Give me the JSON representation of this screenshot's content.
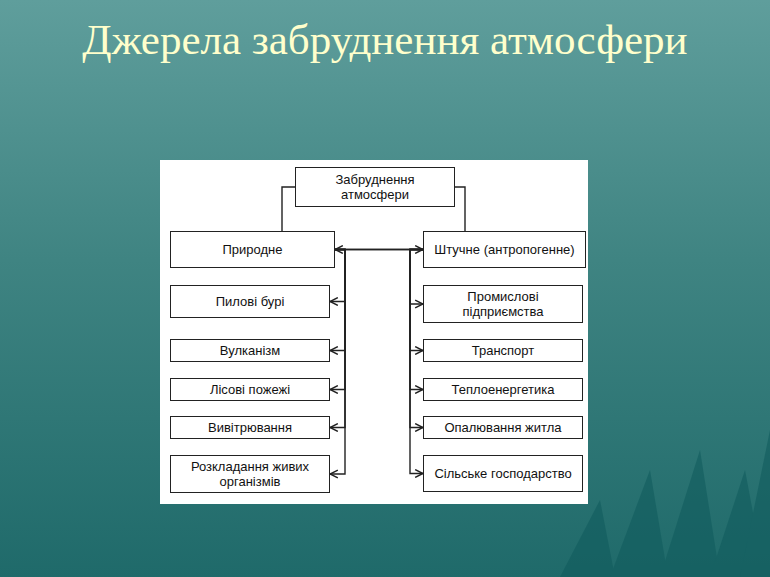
{
  "diagram": {
    "title": "Джерела забруднення атмосфери",
    "nodes": [
      {
        "text": [
          "Забруднення атмосфери"
        ]
      },
      {
        "text": [
          "Природне"
        ]
      },
      {
        "text": [
          "Штучне (антропогенне)"
        ]
      },
      {
        "text": [
          "Пилові бурі"
        ]
      },
      {
        "text": [
          "Вулканізм"
        ]
      },
      {
        "text": [
          "Лісові пожежі"
        ]
      },
      {
        "text": [
          "Вивітрювання"
        ]
      },
      {
        "text": [
          "Розкладання живих організмів"
        ]
      },
      {
        "text": [
          "Промислові підприємства"
        ]
      },
      {
        "text": [
          "Транспорт"
        ]
      },
      {
        "text": [
          "Теплоенергетика"
        ]
      },
      {
        "text": [
          "Опалювання житла"
        ]
      },
      {
        "text": [
          "Сільське господарство"
        ]
      }
    ],
    "edges": [
      {
        "from": 0,
        "to": 1,
        "arrow": "to"
      },
      {
        "from": 0,
        "to": 2,
        "arrow": "to"
      },
      {
        "from": 1,
        "to": 3,
        "arrow": "to"
      },
      {
        "from": 1,
        "to": 4,
        "arrow": "to"
      },
      {
        "from": 1,
        "to": 5,
        "arrow": "to"
      },
      {
        "from": 1,
        "to": 6,
        "arrow": "to"
      },
      {
        "from": 1,
        "to": 7,
        "arrow": "to"
      },
      {
        "from": 2,
        "to": 8,
        "arrow": "to"
      },
      {
        "from": 2,
        "to": 9,
        "arrow": "to"
      },
      {
        "from": 2,
        "to": 10,
        "arrow": "to"
      },
      {
        "from": 2,
        "to": 11,
        "arrow": "to"
      },
      {
        "from": 2,
        "to": 12,
        "arrow": "to"
      }
    ]
  }
}
